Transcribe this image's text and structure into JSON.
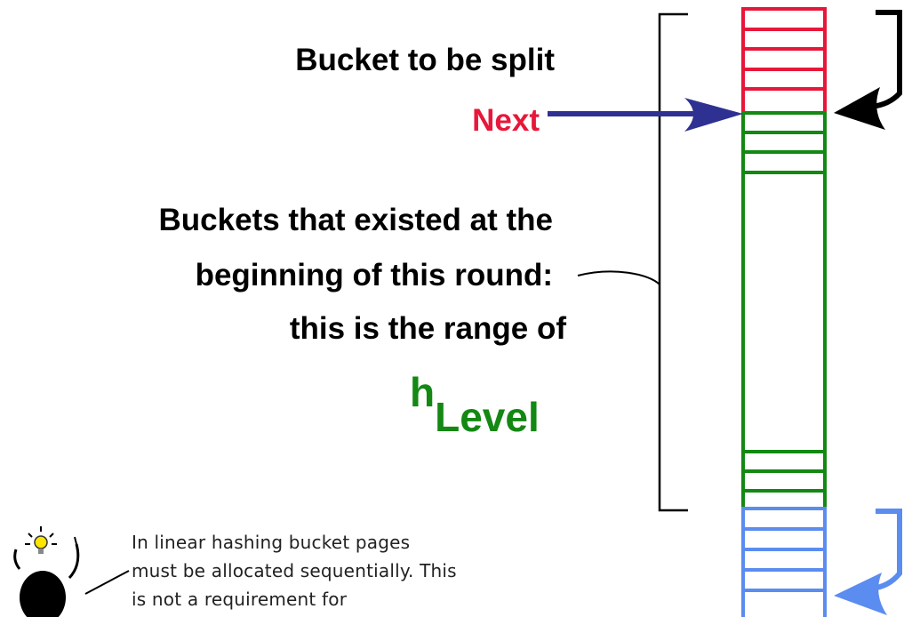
{
  "labels": {
    "bucket_to_split": "Bucket to be split",
    "next": "Next",
    "existed_line1": "Buckets that existed at the",
    "existed_line2": "beginning of this round:",
    "existed_line3": "this is the range of",
    "h_main": "h",
    "h_sub": "Level"
  },
  "note": {
    "lines": [
      "In linear hashing bucket pages",
      "must be allocated sequentially. This",
      "is not a requirement for"
    ]
  },
  "colors": {
    "split_bucket": "#e8173a",
    "existing_buckets": "#138813",
    "new_buckets": "#5b8cf0",
    "next_arrow": "#2e3192",
    "text": "#000000"
  },
  "icons": [
    "lightbulb-icon",
    "person-figure-icon"
  ]
}
